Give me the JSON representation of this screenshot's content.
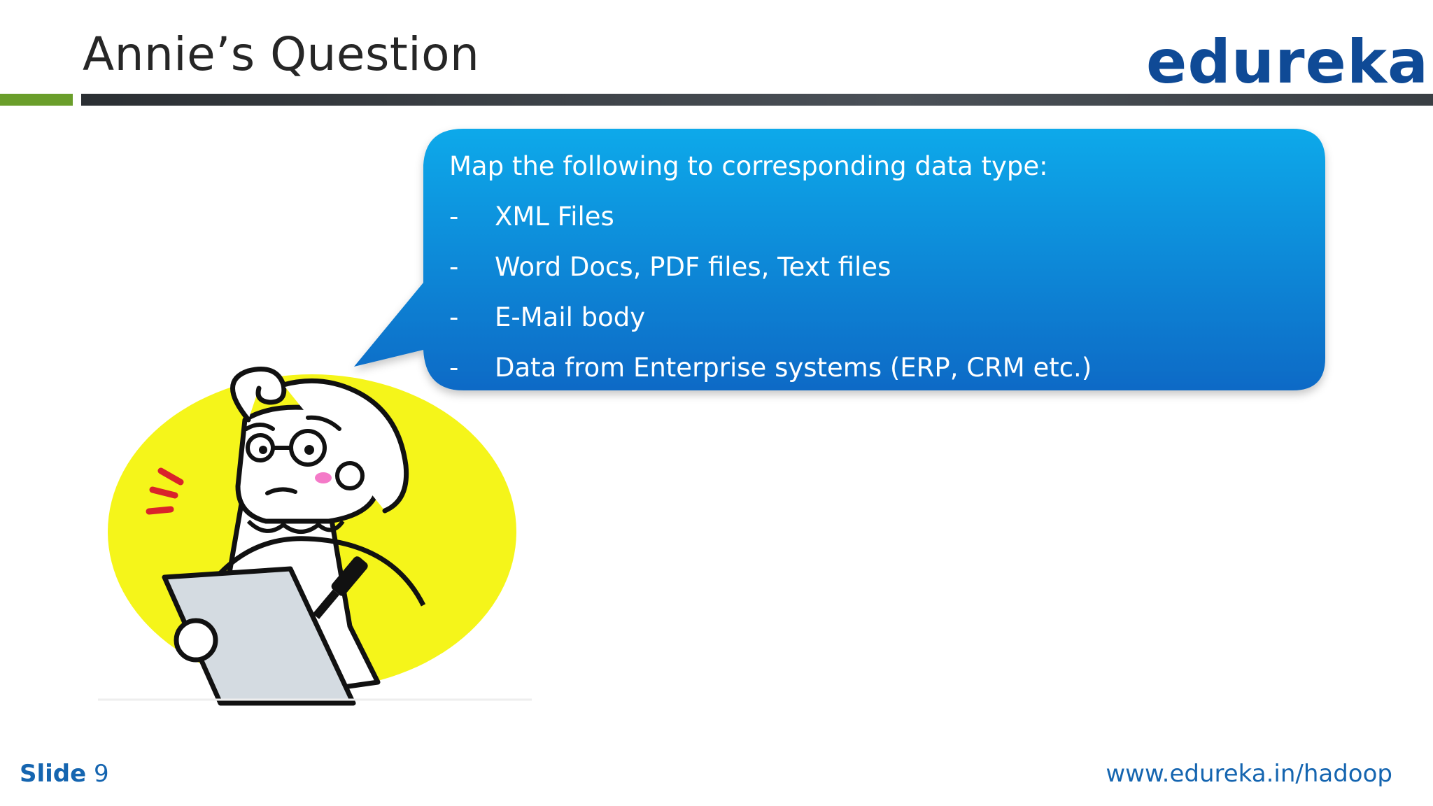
{
  "slide": {
    "title": "Annie’s Question",
    "logo_text": "edureka!",
    "bubble": {
      "prompt": "Map the following to corresponding data type:",
      "bullet_marker": "-",
      "items": [
        "XML Files",
        "Word Docs, PDF files, Text files",
        "E-Mail body",
        "Data from Enterprise systems (ERP, CRM etc.)"
      ]
    },
    "footer": {
      "slide_label": "Slide",
      "slide_number": "9",
      "url": "www.edureka.in/hadoop"
    }
  },
  "colors": {
    "title_text": "#262626",
    "logo": "#0f4a96",
    "accent_green": "#6a9e2b",
    "header_bar": "#3a3f44",
    "bubble_top": "#0aa8e8",
    "bubble_bottom": "#0a6cc8",
    "footer_text": "#1565b0",
    "illustration_circle": "#f5f51a"
  },
  "icons": {
    "illustration": "thinking-woman-reading-clipboard-illustration",
    "bubble": "speech-bubble"
  }
}
